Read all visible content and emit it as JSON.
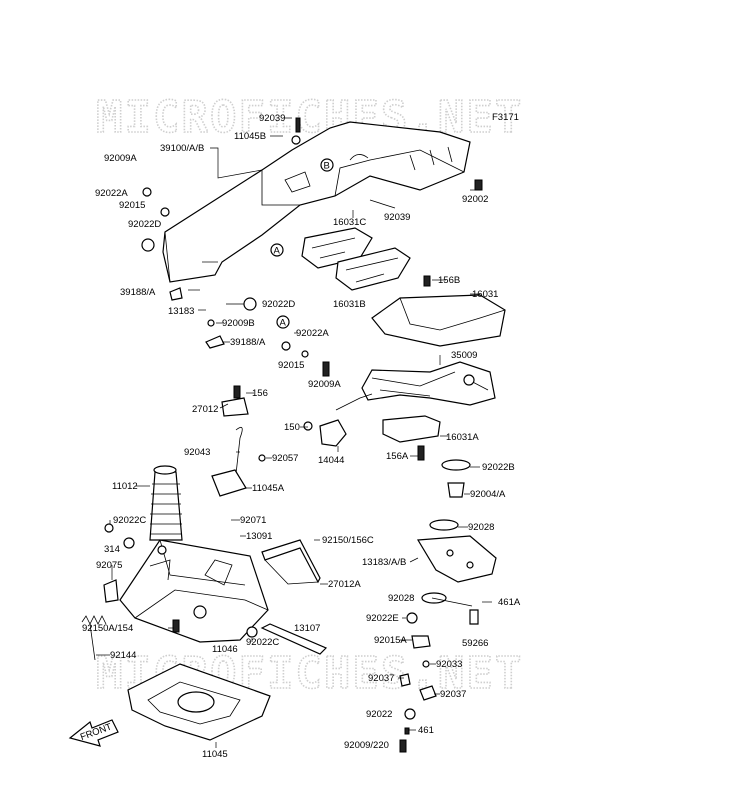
{
  "figure_code": "F3171",
  "watermarks": [
    "MICROFICHES.NET",
    "MICROFICHES.NET"
  ],
  "front_label": "FRONT",
  "callout_a": "A",
  "callout_b": "B",
  "labels": [
    "92039",
    "11045B",
    "39100/A/B",
    "92009A",
    "92022A",
    "92015",
    "92022D",
    "92002",
    "92039",
    "16031C",
    "156B",
    "16031",
    "16031B",
    "39188/A",
    "92022D",
    "13183",
    "92009B",
    "92022A",
    "39188/A",
    "92015",
    "92009A",
    "35009",
    "156",
    "27012",
    "150",
    "16031A",
    "14044",
    "156A",
    "92022B",
    "92043",
    "92057",
    "11012",
    "11045A",
    "92004/A",
    "92022C",
    "92071",
    "92028",
    "314",
    "13091",
    "92150/156C",
    "13183/A/B",
    "92075",
    "27012A",
    "92028",
    "461A",
    "92022E",
    "59266",
    "92150A/154",
    "92022C",
    "13107",
    "92015A",
    "11046",
    "92144",
    "92033",
    "92037",
    "92037",
    "92022",
    "461",
    "11045",
    "92009/220"
  ]
}
